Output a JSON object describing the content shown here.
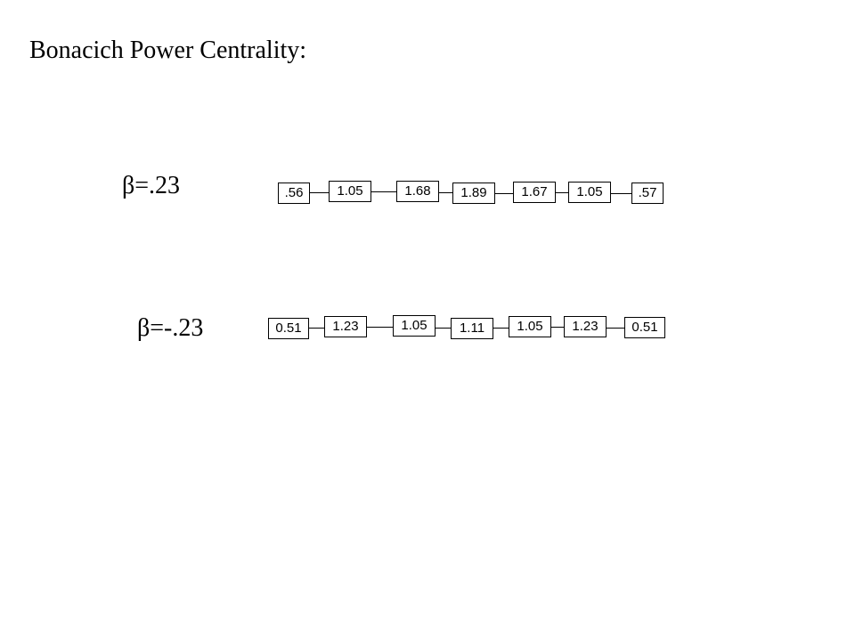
{
  "title": "Bonacich Power Centrality:",
  "rows": [
    {
      "label": "β=.23",
      "nodes": [
        ".56",
        "1.05",
        "1.68",
        "1.89",
        "1.67",
        "1.05",
        ".57"
      ]
    },
    {
      "label": "β=-.23",
      "nodes": [
        "0.51",
        "1.23",
        "1.05",
        "1.11",
        "1.05",
        "1.23",
        "0.51"
      ]
    }
  ]
}
